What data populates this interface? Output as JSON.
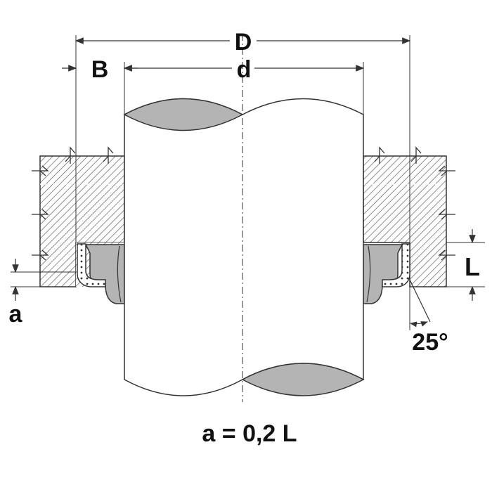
{
  "labels": {
    "D": "D",
    "d": "d",
    "B": "B",
    "L": "L",
    "a": "a",
    "angle": "25°"
  },
  "formula": "a = 0,2 L",
  "colors": {
    "line": "#333333",
    "hatch": "#555555",
    "seal_fill": "#b4b4b4",
    "shaft_cut_fill": "#b4b4b4"
  }
}
